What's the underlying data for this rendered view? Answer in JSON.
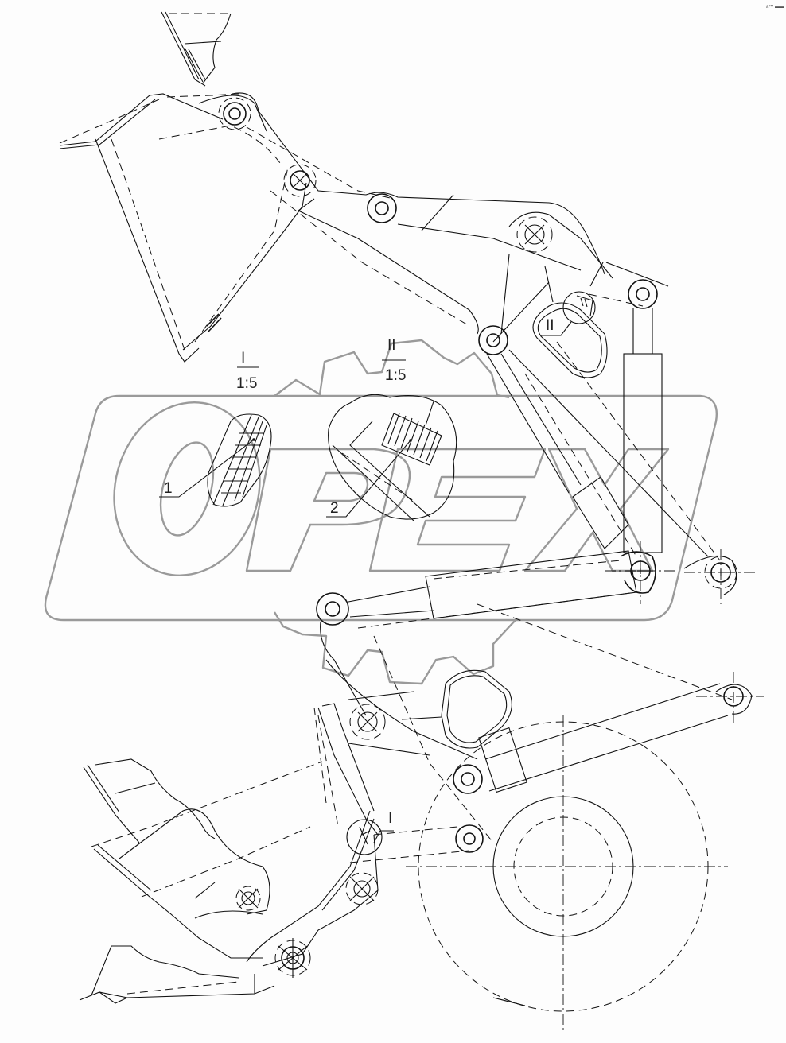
{
  "diagram": {
    "type": "exploded parts diagram",
    "subject": "Wheel loader boom / bucket linkage (working equipment)",
    "watermark": {
      "text": "OPEX",
      "color": "#9a9a9a",
      "gear_outline": true
    },
    "corner_mark": "a™ ▬▬",
    "detail_views": [
      {
        "id": "I",
        "label": "I",
        "scale": "1:5",
        "callout": "1"
      },
      {
        "id": "II",
        "label": "II",
        "scale": "1:5",
        "callout": "2"
      }
    ],
    "detail_markers": [
      {
        "label": "I",
        "location": "lower bucket edge"
      },
      {
        "label": "II",
        "location": "upper linkage plate"
      }
    ],
    "callouts": [
      "1",
      "2"
    ],
    "line_color": "#111111",
    "background": "#fdfdfd"
  }
}
